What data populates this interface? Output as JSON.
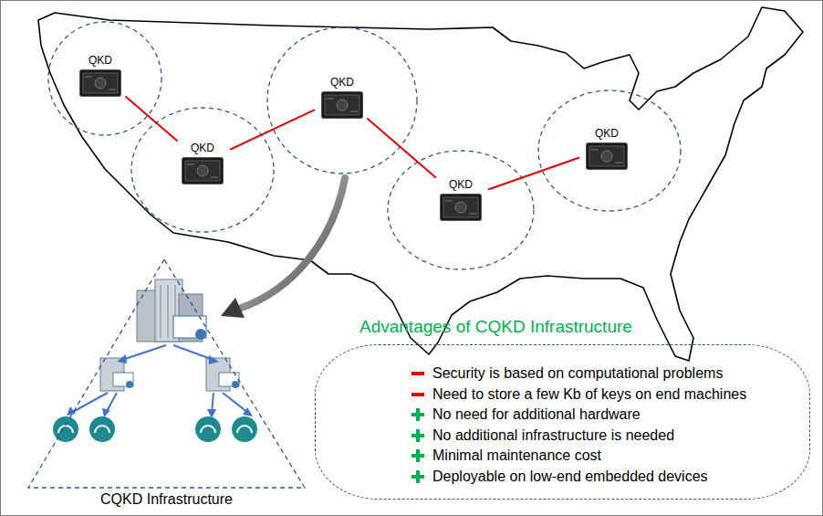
{
  "diagram": {
    "nodes": [
      {
        "text": [
          "QKD"
        ]
      },
      {
        "text": [
          "QKD"
        ]
      },
      {
        "text": [
          "QKD"
        ]
      },
      {
        "text": [
          "QKD"
        ]
      },
      {
        "text": [
          "QKD"
        ]
      },
      {
        "text": [
          "CQKD Infrastructure"
        ]
      },
      {
        "text": [
          "Advantages of CQKD Infrastructure",
          "Security is based on computational problems",
          "Need to store a few Kb of keys on end machines",
          "No need for additional hardware",
          "No additional infrastructure is needed",
          "Minimal maintenance cost",
          "Deployable on low-end embedded devices"
        ]
      }
    ],
    "edges": [
      {
        "from": 0,
        "to": 1,
        "arrow": "none"
      },
      {
        "from": 1,
        "to": 2,
        "arrow": "none"
      },
      {
        "from": 2,
        "to": 3,
        "arrow": "none"
      },
      {
        "from": 3,
        "to": 4,
        "arrow": "none"
      }
    ]
  }
}
